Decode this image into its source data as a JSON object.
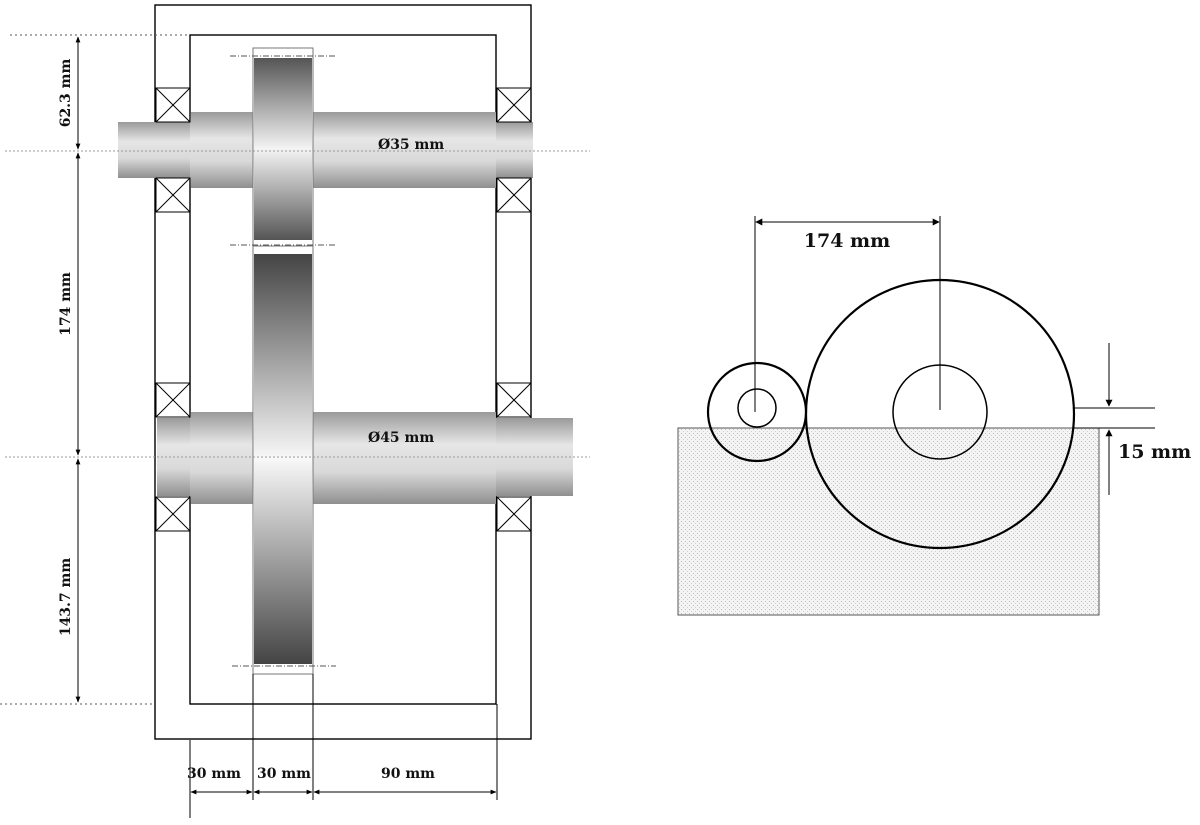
{
  "side_view": {
    "dimensions": {
      "top_offset": "62.3 mm",
      "center_distance": "174 mm",
      "bottom_offset": "143.7 mm",
      "wall_gap": "30 mm",
      "gear_width": "30 mm",
      "gear_to_wall": "90 mm"
    },
    "shafts": {
      "input_diameter": "Ø35 mm",
      "output_diameter": "Ø45 mm"
    }
  },
  "front_view": {
    "center_distance": "174 mm",
    "oil_depth": "15 mm"
  }
}
